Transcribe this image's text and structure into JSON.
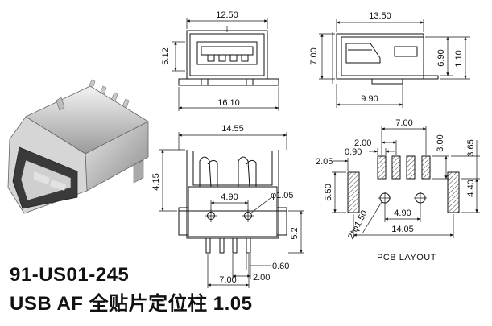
{
  "title": {
    "part_number": "91-US01-245",
    "description": "USB AF 全贴片定位柱 1.05"
  },
  "front_view": {
    "width_top": "12.50",
    "width_bottom": "16.10",
    "height": "5.12"
  },
  "side_view": {
    "length": "13.50",
    "height": "7.00",
    "height_right": "6.90",
    "thickness": "1.10",
    "pin_length": "9.90"
  },
  "bottom_view": {
    "width": "14.55",
    "offset": "4.15",
    "peg_spacing": "4.90",
    "peg_diameter": "φ1.05",
    "depth": "5.2",
    "pin_width": "0.60",
    "pin_pitch": "2.00",
    "pin_span": "7.00"
  },
  "pcb_layout": {
    "label": "PCB LAYOUT",
    "pad_span": "7.00",
    "pad_pitch": "2.00",
    "pad_width": "0.90",
    "pad_length": "3.00",
    "offset_right": "3.65",
    "left_offset": "2.05",
    "height_left": "5.50",
    "height_right": "4.40",
    "peg_spacing": "4.90",
    "hole_callout": "2*φ1.50",
    "total_width": "14.05"
  }
}
